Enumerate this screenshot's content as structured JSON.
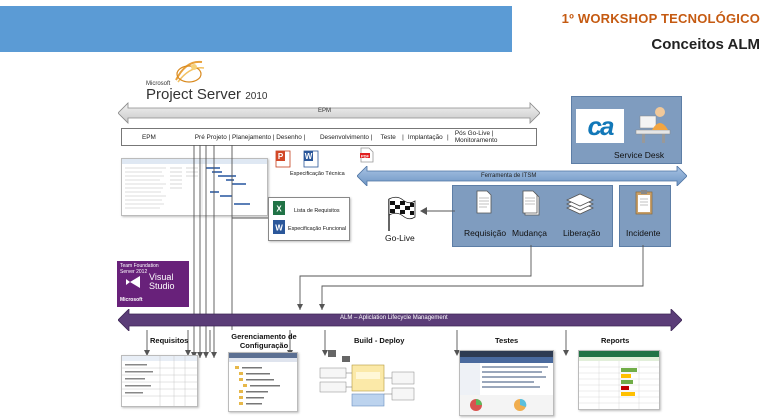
{
  "header": {
    "workshop_title": "1º WORKSHOP TECNOLÓGICO",
    "subtitle": "Conceitos ALM"
  },
  "project_server": {
    "microsoft": "Microsoft",
    "name": "Project Server",
    "version": "2010"
  },
  "epm_arrow_label": "EPM",
  "phases": [
    "EPM",
    "Pré Projeto | Planejamento | Desenho |",
    "Desenvolvimento |",
    "Teste",
    "|",
    "Implantação",
    "|",
    "Pós Go-Live | Monitoramento"
  ],
  "spec_tecnica": "Especificação Técnica",
  "documents": {
    "lista_requisitos": "Lista de Requisitos",
    "especificacao_funcional": "Especificação Funcional"
  },
  "itsm_label": "Ferramenta de ITSM",
  "go_live": "Go-Live",
  "itsm_processes": [
    "Requisição",
    "Mudança",
    "Liberação"
  ],
  "incidente": "Incidente",
  "service_desk": {
    "logo": "ca",
    "label": "Service Desk"
  },
  "tfs": {
    "line1": "Team Foundation",
    "line2": "Server 2012",
    "vs_line1": "Visual",
    "vs_line2": "Studio",
    "microsoft": "Microsoft"
  },
  "alm_label": "ALM – Apliclation Lifecycle Management",
  "alm_sections": {
    "requisitos": "Requisitos",
    "gerenciamento": "Gerenciamento de Configuração",
    "build": "Build - Deploy",
    "testes": "Testes",
    "reports": "Reports"
  },
  "colors": {
    "topbar": "#5b9bd5",
    "accent_orange": "#c55a11",
    "steel_blue": "#7f9cbf",
    "alm_purple": "#5b3d78",
    "tfs_purple": "#68217a"
  }
}
